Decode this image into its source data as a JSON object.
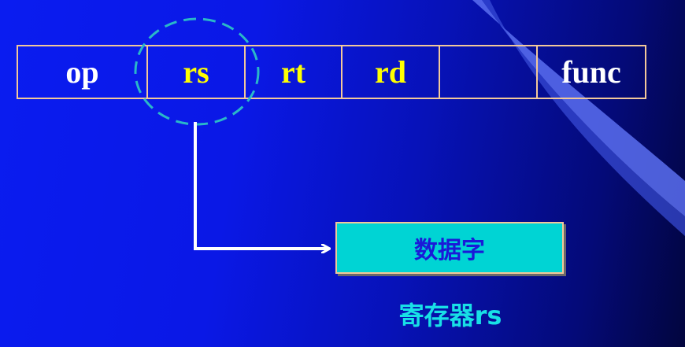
{
  "instruction_format": {
    "fields": [
      {
        "key": "op",
        "label": "op",
        "color": "#ffffff"
      },
      {
        "key": "rs",
        "label": "rs",
        "color": "#ffff00"
      },
      {
        "key": "rt",
        "label": "rt",
        "color": "#ffff00"
      },
      {
        "key": "rd",
        "label": "rd",
        "color": "#ffff00"
      },
      {
        "key": "shamt",
        "label": "",
        "color": "#ffffff"
      },
      {
        "key": "func",
        "label": "func",
        "color": "#ffffff"
      }
    ]
  },
  "register": {
    "content": "数据字",
    "label": "寄存器rs"
  },
  "colors": {
    "background": "#0a18e6",
    "field_border": "#f2c89a",
    "highlight_ellipse": "#2ab8c8",
    "arrow": "#ffffff",
    "register_fill": "#00d4d4",
    "register_text": "#1a1ad8",
    "register_label": "#18e0e6"
  }
}
